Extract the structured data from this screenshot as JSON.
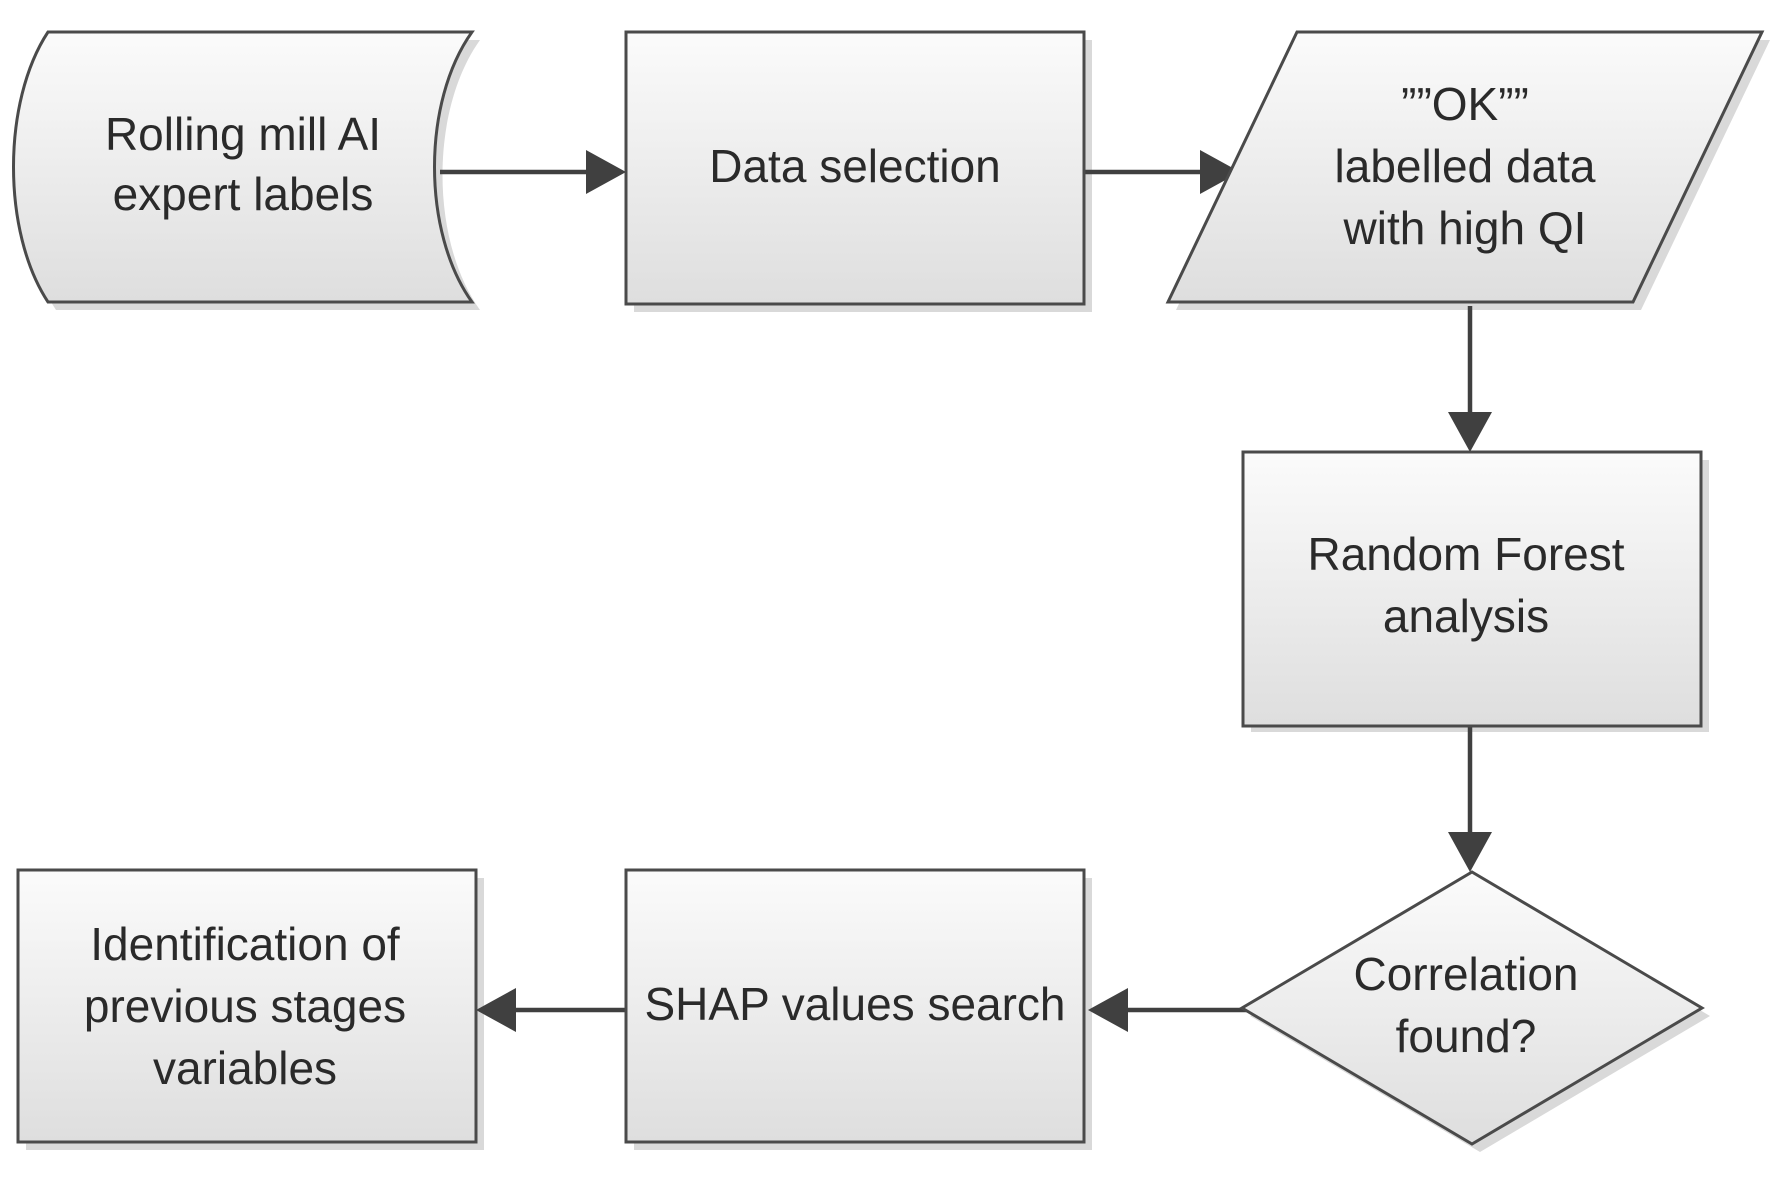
{
  "diagram": {
    "nodes": {
      "expert_labels": {
        "lines": [
          "Rolling mill AI",
          "expert labels"
        ]
      },
      "data_selection": {
        "lines": [
          "Data selection"
        ]
      },
      "ok_data": {
        "lines": [
          "””OK””",
          "labelled data",
          "with high QI"
        ]
      },
      "random_forest": {
        "lines": [
          "Random Forest",
          "analysis"
        ]
      },
      "correlation": {
        "lines": [
          "Correlation",
          "found?"
        ]
      },
      "shap": {
        "lines": [
          "SHAP values search"
        ]
      },
      "identification": {
        "lines": [
          "Identification of",
          "previous stages",
          "variables"
        ]
      }
    },
    "colors": {
      "fill_top": "#fbfbfb",
      "fill_bottom": "#dedede",
      "stroke": "#4a4a4a",
      "arrow": "#404040",
      "text": "#2a2a2a"
    }
  }
}
